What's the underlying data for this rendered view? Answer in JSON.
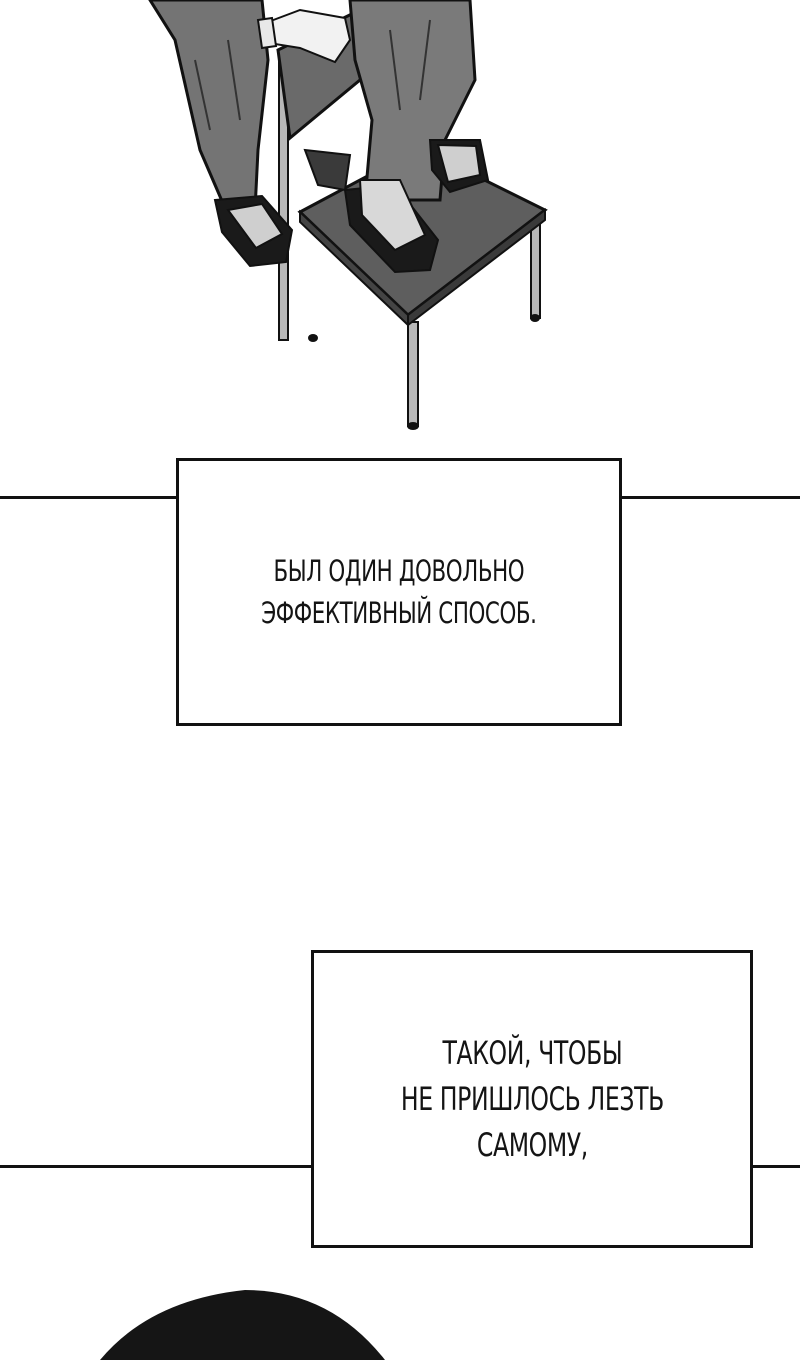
{
  "panel_top": {
    "description_icon": "chair-figure-art"
  },
  "caption_1": {
    "lines": [
      "БЫЛ ОДИН ДОВОЛЬНО",
      "ЭФФЕКТИВНЫЙ СПОСОБ."
    ]
  },
  "caption_2": {
    "lines": [
      "ТАКОЙ, ЧТОБЫ",
      "НЕ ПРИШЛОСЬ ЛЕЗТЬ",
      "САМОМУ,"
    ]
  },
  "colors": {
    "ink": "#111111",
    "paper": "#ffffff",
    "cloth": "#6e6e6e",
    "seat": "#5a5a5a"
  }
}
